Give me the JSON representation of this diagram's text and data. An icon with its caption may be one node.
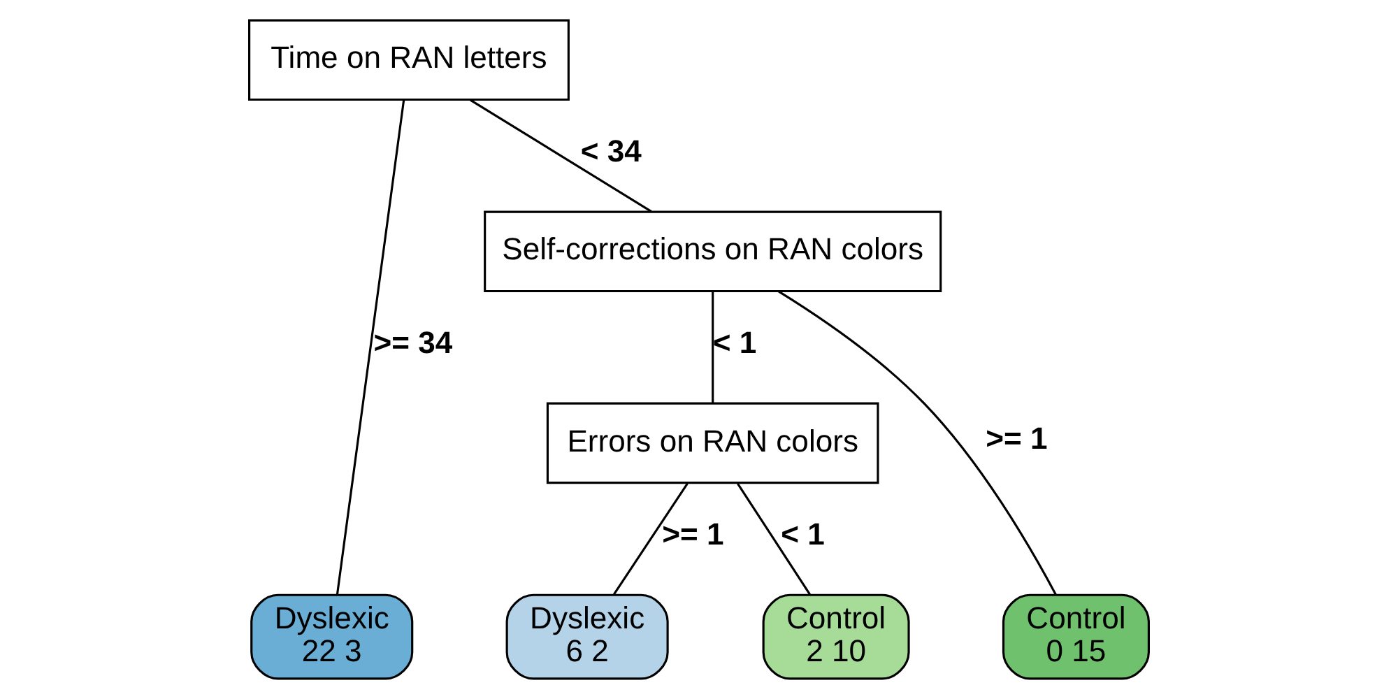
{
  "diagram": {
    "nodes": [
      {
        "text": [
          "Time on RAN letters"
        ]
      },
      {
        "text": [
          "Self-corrections on RAN colors"
        ]
      },
      {
        "text": [
          "Errors on RAN colors"
        ]
      },
      {
        "text": [
          "Dyslexic",
          "22 3"
        ]
      },
      {
        "text": [
          "Dyslexic",
          "6 2"
        ]
      },
      {
        "text": [
          "Control",
          "2 10"
        ]
      },
      {
        "text": [
          "Control",
          "0 15"
        ]
      }
    ],
    "edges": [
      {
        "from": 0,
        "to": 3,
        "arrow": "none",
        "label": ">= 34"
      },
      {
        "from": 0,
        "to": 1,
        "arrow": "none",
        "label": "< 34"
      },
      {
        "from": 1,
        "to": 2,
        "arrow": "none",
        "label": "< 1"
      },
      {
        "from": 1,
        "to": 6,
        "arrow": "none",
        "label": ">= 1"
      },
      {
        "from": 2,
        "to": 4,
        "arrow": "none",
        "label": ">= 1"
      },
      {
        "from": 2,
        "to": 5,
        "arrow": "none",
        "label": "< 1"
      }
    ]
  }
}
